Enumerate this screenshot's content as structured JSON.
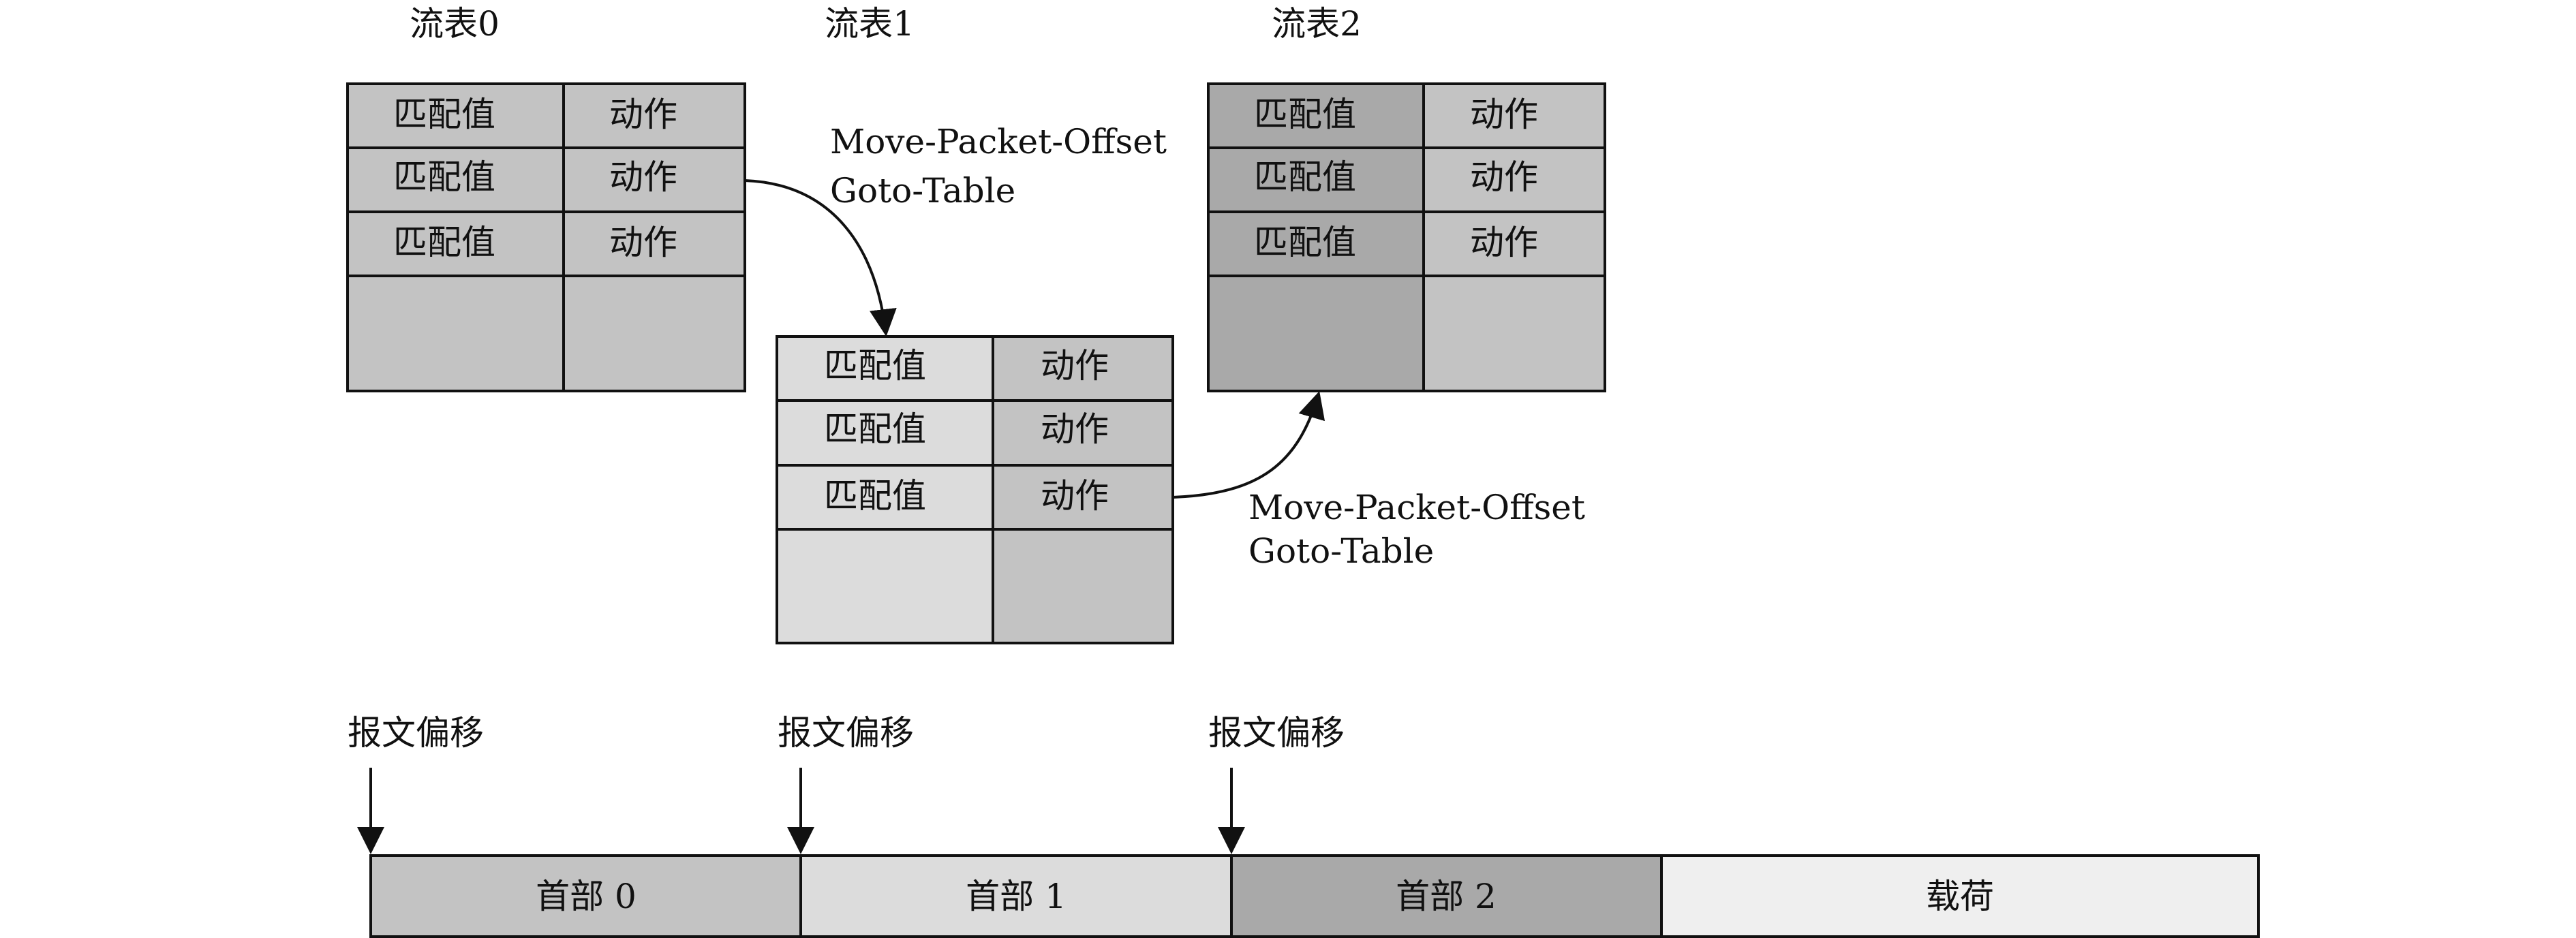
{
  "colors": {
    "table0_bg": "#c3c3c3",
    "table1_match_bg": "#dcdcdc",
    "table1_action_bg": "#c3c3c3",
    "table2_match_bg": "#a9a9a9",
    "table2_action_bg": "#c3c3c3",
    "header0_bg": "#c3c3c3",
    "header1_bg": "#dcdcdc",
    "header2_bg": "#a9a9a9",
    "payload_bg": "#efefef",
    "line": "#111111"
  },
  "tables": [
    {
      "title": "流表0",
      "rows": [
        {
          "match": "匹配值",
          "action": "动作"
        },
        {
          "match": "匹配值",
          "action": "动作"
        },
        {
          "match": "匹配值",
          "action": "动作"
        }
      ]
    },
    {
      "title": "流表1",
      "rows": [
        {
          "match": "匹配值",
          "action": "动作"
        },
        {
          "match": "匹配值",
          "action": "动作"
        },
        {
          "match": "匹配值",
          "action": "动作"
        }
      ]
    },
    {
      "title": "流表2",
      "rows": [
        {
          "match": "匹配值",
          "action": "动作"
        },
        {
          "match": "匹配值",
          "action": "动作"
        },
        {
          "match": "匹配值",
          "action": "动作"
        }
      ]
    }
  ],
  "transitions": [
    {
      "line1": "Move-Packet-Offset",
      "line2": "Goto-Table"
    },
    {
      "line1": "Move-Packet-Offset",
      "line2": "Goto-Table"
    }
  ],
  "offset_labels": [
    "报文偏移",
    "报文偏移",
    "报文偏移"
  ],
  "packet": {
    "headers": [
      "首部 0",
      "首部 1",
      "首部 2"
    ],
    "payload": "载荷"
  }
}
